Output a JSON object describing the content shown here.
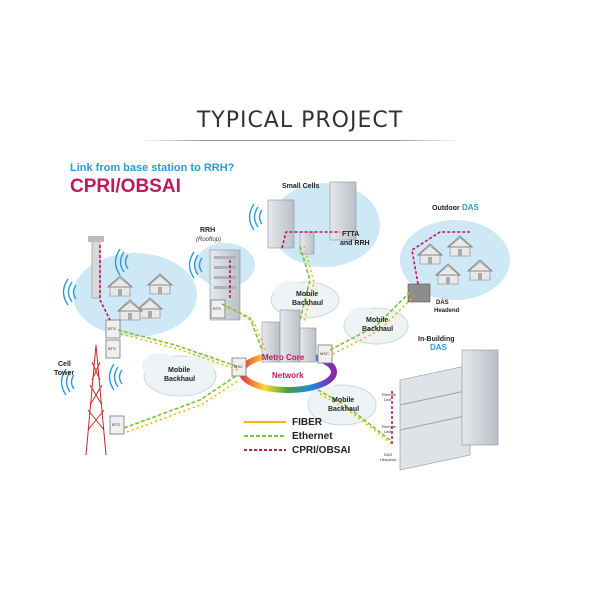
{
  "title": "TYPICAL PROJECT",
  "question": "Link from base station to RRH?",
  "protocol": "CPRI/OBSAI",
  "labels": {
    "small_cells": "Small Cells",
    "fttA_rrh_1": "FTTA",
    "fttA_rrh_2": "and RRH",
    "rrh": "RRH",
    "rooftop": "(Rooftop)",
    "outdoor": "Outdoor",
    "das": "DAS",
    "das_headend_1": "DAS",
    "das_headend_2": "Headend",
    "in_building": "In-Building",
    "in_building_das": "DAS",
    "cell_tower_1": "Cell",
    "cell_tower_2": "Tower",
    "mobile_backhaul": "Mobile",
    "backhaul": "Backhaul",
    "metro_core_1": "Metro Core",
    "metro_core_2": "Network",
    "bts": "BTS",
    "mso": "MSC",
    "remote_unit": "Remote",
    "unit": "Unit",
    "das_headend_small_1": "DAS",
    "das_headend_small_2": "Headend"
  },
  "legend": [
    {
      "label": "FIBER",
      "color": "#f2b705"
    },
    {
      "label": "Ethernet",
      "color": "#7cc23a"
    },
    {
      "label": "CPRI/OBSAI",
      "color": "#c2185b"
    }
  ],
  "colors": {
    "accent_blue": "#2b9bd3",
    "accent_magenta": "#c2185b",
    "cloud_blue": "#cfe8f5",
    "cloud_white": "#eef3f6"
  }
}
